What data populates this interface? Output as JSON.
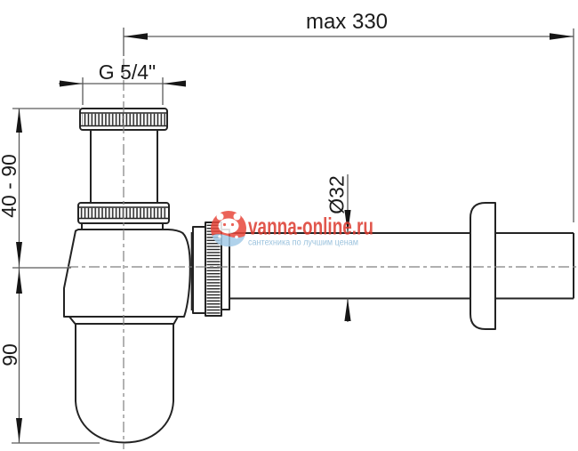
{
  "dimensions": {
    "overall_length": "max 330",
    "inlet_thread": "G 5/4\"",
    "inlet_height_range": "40 - 90",
    "cup_height": "90",
    "pipe_diameter": "Ø32"
  },
  "watermark": {
    "brand": "vanna-online.ru",
    "tagline": "сантехника по лучшим ценам",
    "brand_color": "#dc3a2e",
    "tagline_color": "#8ab8d8",
    "logo_color": "#e8473b",
    "logo_wave_color": "#a3cbe8"
  },
  "colors": {
    "background": "#ffffff",
    "outline": "#232323",
    "dimension_lines": "#5a5a5a"
  }
}
